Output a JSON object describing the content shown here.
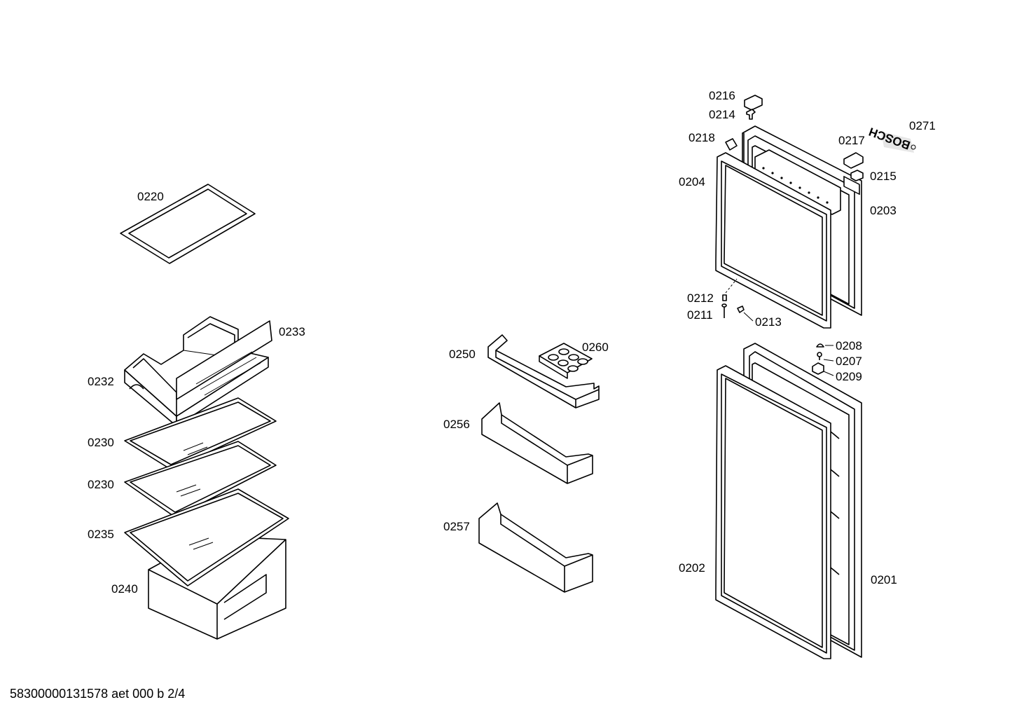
{
  "labels": {
    "p0220": "0220",
    "p0233": "0233",
    "p0232": "0232",
    "p0230a": "0230",
    "p0230b": "0230",
    "p0235": "0235",
    "p0240": "0240",
    "p0250": "0250",
    "p0260": "0260",
    "p0256": "0256",
    "p0257": "0257",
    "p0216": "0216",
    "p0214": "0214",
    "p0218": "0218",
    "p0217": "0217",
    "p0271": "0271",
    "p0215": "0215",
    "p0204": "0204",
    "p0203": "0203",
    "p0212": "0212",
    "p0211": "0211",
    "p0213": "0213",
    "p0208": "0208",
    "p0207": "0207",
    "p0209": "0209",
    "p0202": "0202",
    "p0201": "0201"
  },
  "logo_text": "BOSCH",
  "footer": "58300000131578 aet 000 b 2/4"
}
